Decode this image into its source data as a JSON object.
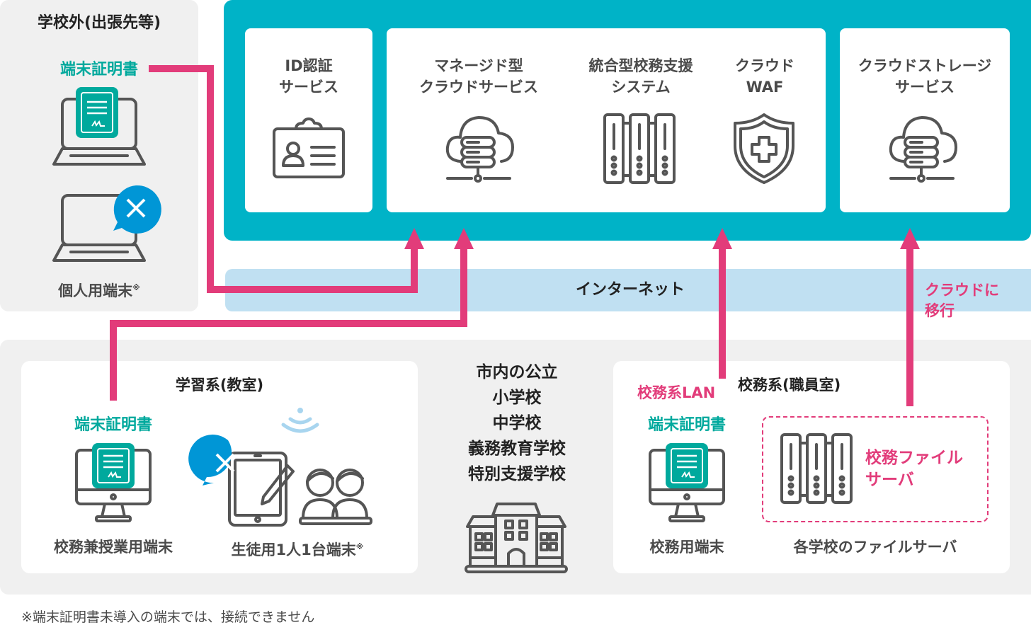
{
  "colors": {
    "cloud_panel": "#00b3c7",
    "internet_bar": "#c0e0f2",
    "gray_panel": "#f0f0f0",
    "connection_line": "#e23c7a",
    "certificate": "#00a99d",
    "deny_badge": "#0096d6",
    "wifi": "#a8d5ef"
  },
  "outside": {
    "title": "学校外(出張先等)",
    "certificate_label": "端末証明書",
    "personal_device_label": "個人用端末",
    "personal_device_note_mark": "※"
  },
  "cloud": {
    "services": [
      {
        "line1": "ID認証",
        "line2": "サービス",
        "icon": "id-card-icon"
      },
      {
        "line1": "マネージド型",
        "line2": "クラウドサービス",
        "icon": "cloud-server-icon"
      },
      {
        "line1": "統合型校務支援",
        "line2": "システム",
        "icon": "server-rack-icon"
      },
      {
        "line1": "クラウド",
        "line2": "WAF",
        "icon": "shield-plus-icon"
      },
      {
        "line1": "クラウドストレージ",
        "line2": "サービス",
        "icon": "cloud-storage-icon"
      }
    ]
  },
  "internet": {
    "label": "インターネット",
    "migration_note_line1": "クラウドに",
    "migration_note_line2": "移行"
  },
  "learning": {
    "title": "学習系(教室)",
    "certificate_label": "端末証明書",
    "teacher_device_label": "校務兼授業用端末",
    "student_device_label": "生徒用1人1台端末",
    "student_device_note_mark": "※"
  },
  "schools": {
    "lines": [
      "市内の公立",
      "小学校",
      "中学校",
      "義務教育学校",
      "特別支援学校"
    ]
  },
  "admin": {
    "title": "校務系(職員室)",
    "lan_label": "校務系LAN",
    "certificate_label": "端末証明書",
    "admin_device_label": "校務用端末",
    "file_server_line1": "校務ファイル",
    "file_server_line2": "サーバ",
    "file_server_caption": "各学校のファイルサーバ"
  },
  "footnote": "※端末証明書未導入の端末では、接続できません"
}
